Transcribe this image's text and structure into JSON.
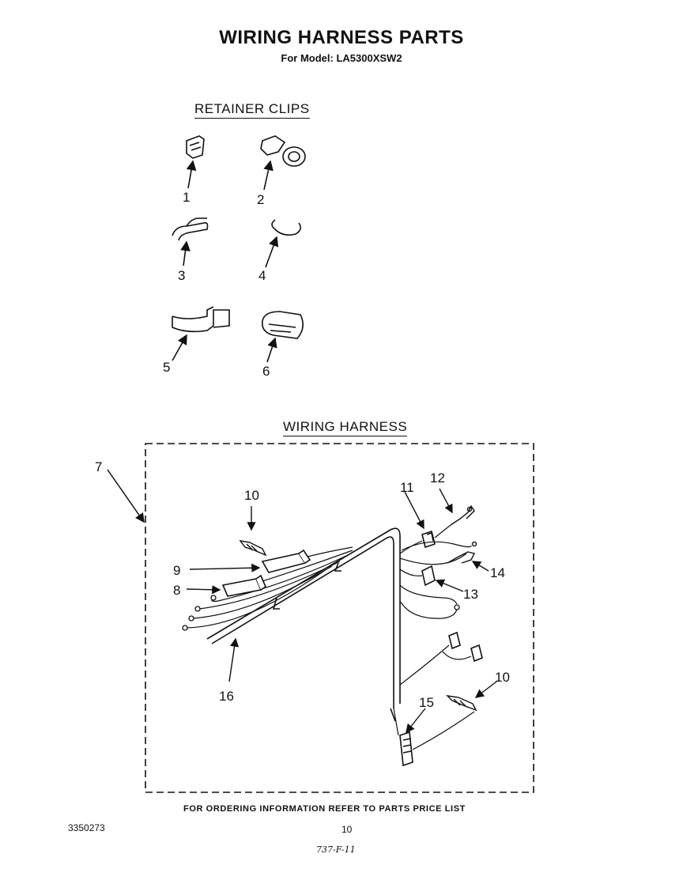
{
  "header": {
    "title": "WIRING HARNESS PARTS",
    "subtitle": "For Model: LA5300XSW2"
  },
  "sections": {
    "retainer_clips": "RETAINER CLIPS",
    "wiring_harness": "WIRING HARNESS"
  },
  "callouts": {
    "c1": "1",
    "c2": "2",
    "c3": "3",
    "c4": "4",
    "c5": "5",
    "c6": "6",
    "c7": "7",
    "c8": "8",
    "c9": "9",
    "c10a": "10",
    "c10b": "10",
    "c11": "11",
    "c12": "12",
    "c13": "13",
    "c14": "14",
    "c15": "15",
    "c16": "16"
  },
  "footer": {
    "ordering_note": "FOR ORDERING INFORMATION REFER TO PARTS PRICE LIST",
    "doc_number": "3350273",
    "page_number": "10",
    "handwritten_code": "737-F-11"
  }
}
